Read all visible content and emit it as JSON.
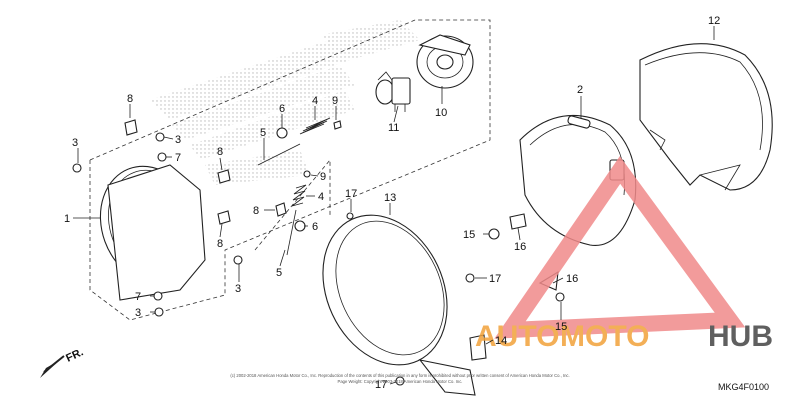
{
  "callouts": {
    "c1": "1",
    "c2": "2",
    "c3a": "3",
    "c3b": "3",
    "c3c": "3",
    "c3d": "3",
    "c4a": "4",
    "c4b": "4",
    "c5a": "5",
    "c5b": "5",
    "c6a": "6",
    "c6b": "6",
    "c7a": "7",
    "c7b": "7",
    "c8a": "8",
    "c8b": "8",
    "c8c": "8",
    "c8d": "8",
    "c9a": "9",
    "c9b": "9",
    "c10": "10",
    "c11": "11",
    "c12": "12",
    "c13": "13",
    "c14": "14",
    "c15a": "15",
    "c15b": "15",
    "c16a": "16",
    "c16b": "16",
    "c17a": "17",
    "c17b": "17",
    "c17c": "17"
  },
  "direction_label": "FR.",
  "diagram_code": "MKG4F0100",
  "copyright_line1": "(c) 2002-2018 American Honda Motor Co., Inc. Reproduction of the contents of this publication in any form is prohibited without prior written consent of American Honda Motor Co., Inc.",
  "copyright_line2": "Page Weight: Copyright 2003-2018 American Honda Motor Co. Inc.",
  "watermark": {
    "text_auto": "AUTO",
    "text_moto": "MOTO",
    "text_hub": "HUB"
  },
  "colors": {
    "watermark_orange": "#f2a23a",
    "watermark_red": "#f08a8a",
    "watermark_gray": "#444444",
    "line": "#222222"
  }
}
